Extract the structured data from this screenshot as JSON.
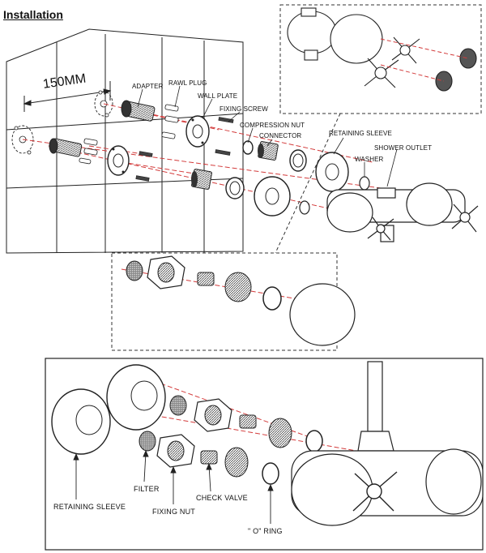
{
  "title": "Installation",
  "dimension": "150MM",
  "labels": {
    "adapter": "ADAPTER",
    "rawl_plug": "RAWL PLUG",
    "wall_plate": "WALL PLATE",
    "fixing_screw": "FIXING SCREW",
    "compression_nut": "COMPRESSION NUT",
    "connector": "CONNECTOR",
    "retaining_sleeve": "RETAINING SLEEVE",
    "washer": "WASHER",
    "shower_outlet": "SHOWER OUTLET"
  },
  "detail_labels": {
    "retaining_sleeve": "RETAINING SLEEVE",
    "filter": "FILTER",
    "fixing_nut": "FIXING NUT",
    "check_valve": "CHECK VALVE",
    "o_ring": "\" O\" RING"
  },
  "colors": {
    "line": "#222222",
    "axis": "#d33b3b",
    "dark_part": "#333333"
  }
}
